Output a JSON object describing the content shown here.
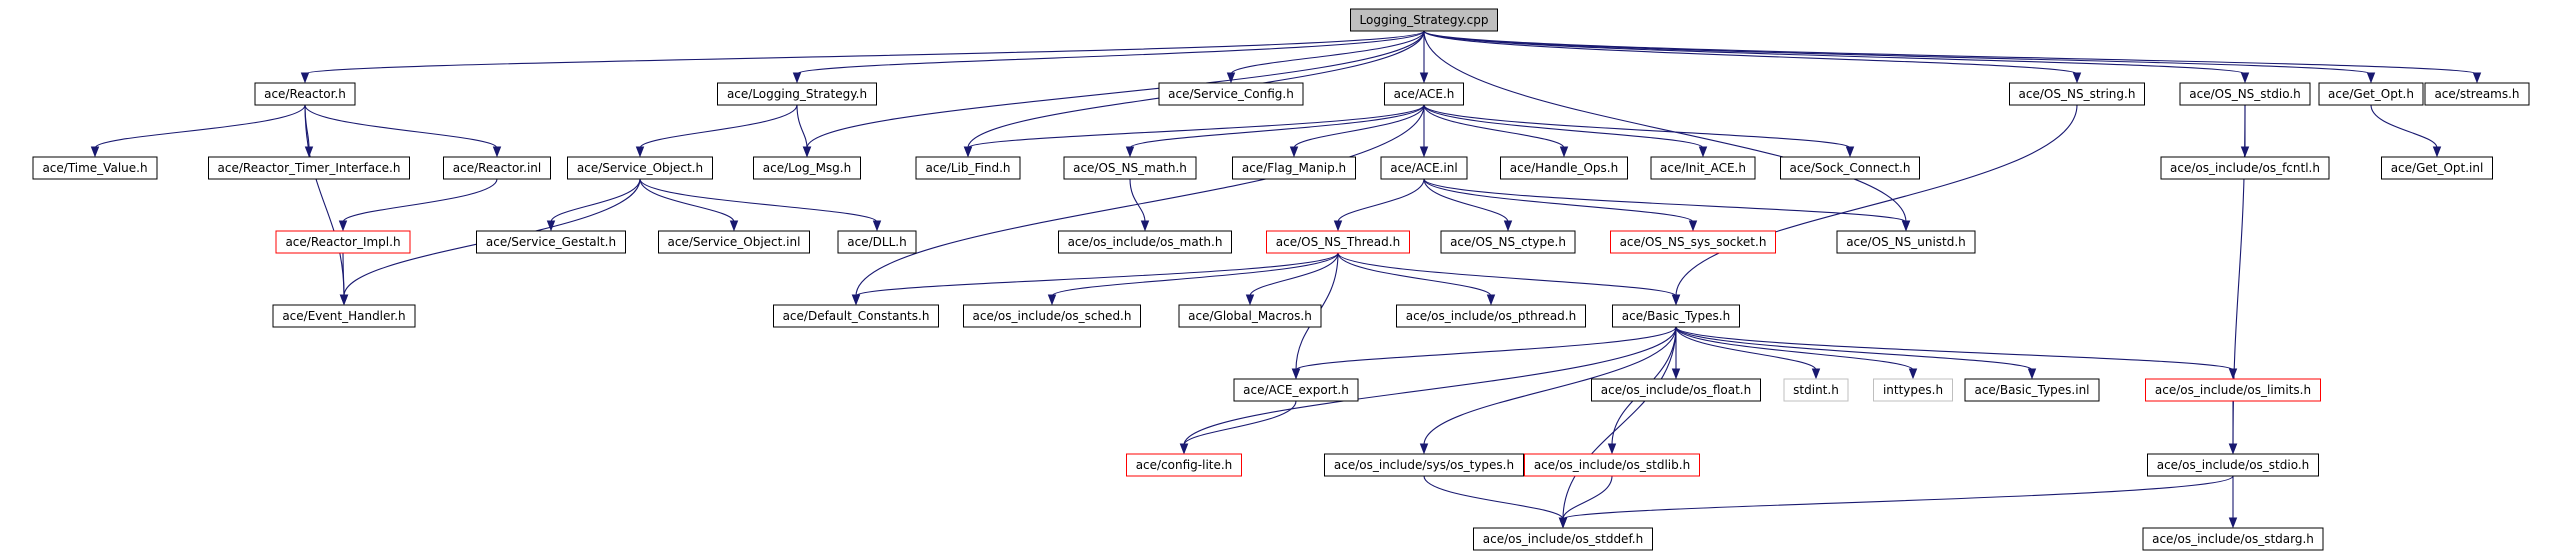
{
  "graph": {
    "root": "Logging_Strategy.cpp",
    "nodes": [
      {
        "id": "root",
        "label": "Logging_Strategy.cpp",
        "kind": "root"
      },
      {
        "id": "reactor_h",
        "label": "ace/Reactor.h",
        "kind": "normal"
      },
      {
        "id": "logstrat_h",
        "label": "ace/Logging_Strategy.h",
        "kind": "normal"
      },
      {
        "id": "svccfg_h",
        "label": "ace/Service_Config.h",
        "kind": "normal"
      },
      {
        "id": "ace_h",
        "label": "ace/ACE.h",
        "kind": "normal"
      },
      {
        "id": "osstring_h",
        "label": "ace/OS_NS_string.h",
        "kind": "normal"
      },
      {
        "id": "osstdio_h",
        "label": "ace/OS_NS_stdio.h",
        "kind": "normal"
      },
      {
        "id": "getopt_h",
        "label": "ace/Get_Opt.h",
        "kind": "normal"
      },
      {
        "id": "streams_h",
        "label": "ace/streams.h",
        "kind": "normal"
      },
      {
        "id": "timevalue_h",
        "label": "ace/Time_Value.h",
        "kind": "normal"
      },
      {
        "id": "rti_h",
        "label": "ace/Reactor_Timer_Interface.h",
        "kind": "normal"
      },
      {
        "id": "reactor_inl",
        "label": "ace/Reactor.inl",
        "kind": "normal"
      },
      {
        "id": "svcobj_h",
        "label": "ace/Service_Object.h",
        "kind": "normal"
      },
      {
        "id": "logmsg_h",
        "label": "ace/Log_Msg.h",
        "kind": "normal"
      },
      {
        "id": "libfind_h",
        "label": "ace/Lib_Find.h",
        "kind": "normal"
      },
      {
        "id": "osmath_h",
        "label": "ace/OS_NS_math.h",
        "kind": "normal"
      },
      {
        "id": "flagmanip_h",
        "label": "ace/Flag_Manip.h",
        "kind": "normal"
      },
      {
        "id": "ace_inl",
        "label": "ace/ACE.inl",
        "kind": "normal"
      },
      {
        "id": "handleops_h",
        "label": "ace/Handle_Ops.h",
        "kind": "normal"
      },
      {
        "id": "initace_h",
        "label": "ace/Init_ACE.h",
        "kind": "normal"
      },
      {
        "id": "sockconnect_h",
        "label": "ace/Sock_Connect.h",
        "kind": "normal"
      },
      {
        "id": "osfcntl_h",
        "label": "ace/os_include/os_fcntl.h",
        "kind": "normal"
      },
      {
        "id": "getopt_inl",
        "label": "ace/Get_Opt.inl",
        "kind": "normal"
      },
      {
        "id": "reactorimpl_h",
        "label": "ace/Reactor_Impl.h",
        "kind": "incomplete"
      },
      {
        "id": "svcgestalt_h",
        "label": "ace/Service_Gestalt.h",
        "kind": "normal"
      },
      {
        "id": "svcobj_inl",
        "label": "ace/Service_Object.inl",
        "kind": "normal"
      },
      {
        "id": "dll_h",
        "label": "ace/DLL.h",
        "kind": "normal"
      },
      {
        "id": "osincmath_h",
        "label": "ace/os_include/os_math.h",
        "kind": "normal"
      },
      {
        "id": "osthread_h",
        "label": "ace/OS_NS_Thread.h",
        "kind": "incomplete"
      },
      {
        "id": "osctype_h",
        "label": "ace/OS_NS_ctype.h",
        "kind": "normal"
      },
      {
        "id": "ossyssocket_h",
        "label": "ace/OS_NS_sys_socket.h",
        "kind": "incomplete"
      },
      {
        "id": "osunistd_h",
        "label": "ace/OS_NS_unistd.h",
        "kind": "normal"
      },
      {
        "id": "eventhandler_h",
        "label": "ace/Event_Handler.h",
        "kind": "normal"
      },
      {
        "id": "defconst_h",
        "label": "ace/Default_Constants.h",
        "kind": "normal"
      },
      {
        "id": "ossched_h",
        "label": "ace/os_include/os_sched.h",
        "kind": "normal"
      },
      {
        "id": "globalmacros_h",
        "label": "ace/Global_Macros.h",
        "kind": "normal"
      },
      {
        "id": "ospthread_h",
        "label": "ace/os_include/os_pthread.h",
        "kind": "normal"
      },
      {
        "id": "basictypes_h",
        "label": "ace/Basic_Types.h",
        "kind": "normal"
      },
      {
        "id": "aceexport_h",
        "label": "ace/ACE_export.h",
        "kind": "normal"
      },
      {
        "id": "osfloat_h",
        "label": "ace/os_include/os_float.h",
        "kind": "normal"
      },
      {
        "id": "stdint_h",
        "label": "stdint.h",
        "kind": "external"
      },
      {
        "id": "inttypes_h",
        "label": "inttypes.h",
        "kind": "external"
      },
      {
        "id": "basictypes_inl",
        "label": "ace/Basic_Types.inl",
        "kind": "normal"
      },
      {
        "id": "oslimits_h",
        "label": "ace/os_include/os_limits.h",
        "kind": "incomplete"
      },
      {
        "id": "configlite_h",
        "label": "ace/config-lite.h",
        "kind": "incomplete"
      },
      {
        "id": "ossystypes_h",
        "label": "ace/os_include/sys/os_types.h",
        "kind": "normal"
      },
      {
        "id": "osstdlib_h",
        "label": "ace/os_include/os_stdlib.h",
        "kind": "incomplete"
      },
      {
        "id": "osincstdio_h",
        "label": "ace/os_include/os_stdio.h",
        "kind": "normal"
      },
      {
        "id": "osstddef_h",
        "label": "ace/os_include/os_stddef.h",
        "kind": "normal"
      },
      {
        "id": "osstdarg_h",
        "label": "ace/os_include/os_stdarg.h",
        "kind": "normal"
      }
    ],
    "edges": [
      [
        "root",
        "reactor_h"
      ],
      [
        "root",
        "logstrat_h"
      ],
      [
        "root",
        "svccfg_h"
      ],
      [
        "root",
        "ace_h"
      ],
      [
        "root",
        "osstring_h"
      ],
      [
        "root",
        "osstdio_h"
      ],
      [
        "root",
        "getopt_h"
      ],
      [
        "root",
        "streams_h"
      ],
      [
        "root",
        "logmsg_h"
      ],
      [
        "root",
        "libfind_h"
      ],
      [
        "root",
        "osunistd_h"
      ],
      [
        "reactor_h",
        "timevalue_h"
      ],
      [
        "reactor_h",
        "rti_h"
      ],
      [
        "reactor_h",
        "reactor_inl"
      ],
      [
        "reactor_h",
        "eventhandler_h"
      ],
      [
        "reactor_inl",
        "reactorimpl_h"
      ],
      [
        "reactorimpl_h",
        "eventhandler_h"
      ],
      [
        "logstrat_h",
        "svcobj_h"
      ],
      [
        "logstrat_h",
        "logmsg_h"
      ],
      [
        "svcobj_h",
        "eventhandler_h"
      ],
      [
        "svcobj_h",
        "svcgestalt_h"
      ],
      [
        "svcobj_h",
        "svcobj_inl"
      ],
      [
        "svcobj_h",
        "dll_h"
      ],
      [
        "ace_h",
        "libfind_h"
      ],
      [
        "ace_h",
        "osmath_h"
      ],
      [
        "ace_h",
        "flagmanip_h"
      ],
      [
        "ace_h",
        "ace_inl"
      ],
      [
        "ace_h",
        "handleops_h"
      ],
      [
        "ace_h",
        "initace_h"
      ],
      [
        "ace_h",
        "sockconnect_h"
      ],
      [
        "ace_h",
        "defconst_h"
      ],
      [
        "osmath_h",
        "osincmath_h"
      ],
      [
        "ace_inl",
        "osthread_h"
      ],
      [
        "ace_inl",
        "osctype_h"
      ],
      [
        "ace_inl",
        "ossyssocket_h"
      ],
      [
        "ace_inl",
        "osunistd_h"
      ],
      [
        "osthread_h",
        "defconst_h"
      ],
      [
        "osthread_h",
        "ossched_h"
      ],
      [
        "osthread_h",
        "globalmacros_h"
      ],
      [
        "osthread_h",
        "ospthread_h"
      ],
      [
        "osthread_h",
        "basictypes_h"
      ],
      [
        "osthread_h",
        "aceexport_h"
      ],
      [
        "osstring_h",
        "basictypes_h"
      ],
      [
        "osstdio_h",
        "osfcntl_h"
      ],
      [
        "osstdio_h",
        "osincstdio_h"
      ],
      [
        "getopt_h",
        "getopt_inl"
      ],
      [
        "basictypes_h",
        "aceexport_h"
      ],
      [
        "basictypes_h",
        "configlite_h"
      ],
      [
        "basictypes_h",
        "ossystypes_h"
      ],
      [
        "basictypes_h",
        "osstddef_h"
      ],
      [
        "basictypes_h",
        "osstdlib_h"
      ],
      [
        "basictypes_h",
        "osfloat_h"
      ],
      [
        "basictypes_h",
        "stdint_h"
      ],
      [
        "basictypes_h",
        "inttypes_h"
      ],
      [
        "basictypes_h",
        "basictypes_inl"
      ],
      [
        "basictypes_h",
        "oslimits_h"
      ],
      [
        "aceexport_h",
        "configlite_h"
      ],
      [
        "oslimits_h",
        "osincstdio_h"
      ],
      [
        "ossystypes_h",
        "osstddef_h"
      ],
      [
        "osstdlib_h",
        "osstddef_h"
      ],
      [
        "osincstdio_h",
        "osstddef_h"
      ],
      [
        "osincstdio_h",
        "osstdarg_h"
      ]
    ]
  }
}
